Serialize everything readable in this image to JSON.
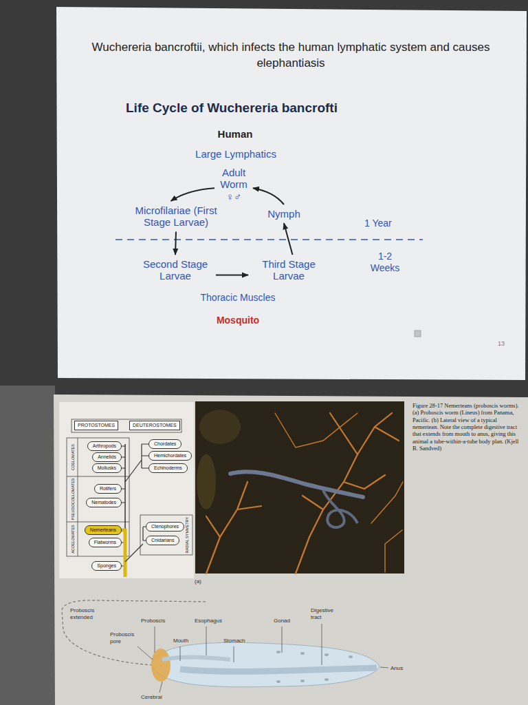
{
  "diagram": {
    "title": "Wuchereria bancroftii, which infects the human lymphatic system and causes elephantiasis",
    "caption": "Figure 28-17 Nemerteans (proboscis worms). (a) Proboscis worm (Lineus) from Panama, Pacific. (b) Lateral view of a typical nemertean. Note the complete digestive tract that extends from mouth to anus, giving this animal a tube-within-a-tube body plan. (Kjell B. Sandved)",
    "nodes": [
      {
        "text": [
          "Adult Worm ♀♂"
        ]
      },
      {
        "text": [
          "Microfilariae (First Stage Larvae)"
        ]
      },
      {
        "text": [
          "Nymph"
        ]
      },
      {
        "text": [
          "Second Stage Larvae"
        ]
      },
      {
        "text": [
          "Third Stage Larvae"
        ]
      },
      {
        "text": [
          "PROTOSTOMES"
        ]
      },
      {
        "text": [
          "DEUTEROSTOMES"
        ]
      },
      {
        "text": [
          "Arthropods"
        ]
      },
      {
        "text": [
          "Annelids"
        ]
      },
      {
        "text": [
          "Mollusks"
        ]
      },
      {
        "text": [
          "Chordates"
        ]
      },
      {
        "text": [
          "Hemichordates"
        ]
      },
      {
        "text": [
          "Echinoderms"
        ]
      },
      {
        "text": [
          "Rotifers"
        ]
      },
      {
        "text": [
          "Nematodes"
        ]
      },
      {
        "text": [
          "Nemerteans"
        ]
      },
      {
        "text": [
          "Ctenophores"
        ]
      },
      {
        "text": [
          "Flatworms"
        ]
      },
      {
        "text": [
          "Cnidarians"
        ]
      },
      {
        "text": [
          "Sponges"
        ]
      }
    ],
    "edges": [
      {
        "from": 0,
        "to": 1,
        "arrow": "to"
      },
      {
        "from": 1,
        "to": 3,
        "arrow": "to"
      },
      {
        "from": 3,
        "to": 4,
        "arrow": "to"
      },
      {
        "from": 4,
        "to": 2,
        "arrow": "to"
      },
      {
        "from": 2,
        "to": 0,
        "arrow": "to"
      }
    ],
    "labels": [
      "Life Cycle of Wuchereria bancrofti",
      "Human",
      "Large Lymphatics",
      "1 Year",
      "1-2 Weeks",
      "Thoracic Muscles",
      "Mosquito",
      "13",
      "COELOMATES",
      "PSEUDOCOELOMATES",
      "ACOELOMATES",
      "RADIAL SYMMETRY",
      "(a)",
      "Proboscis extended",
      "Proboscis",
      "Esophagus",
      "Digestive tract",
      "Gonad",
      "Proboscis pore",
      "Mouth",
      "Stomach",
      "Anus",
      "Cerebral"
    ]
  }
}
